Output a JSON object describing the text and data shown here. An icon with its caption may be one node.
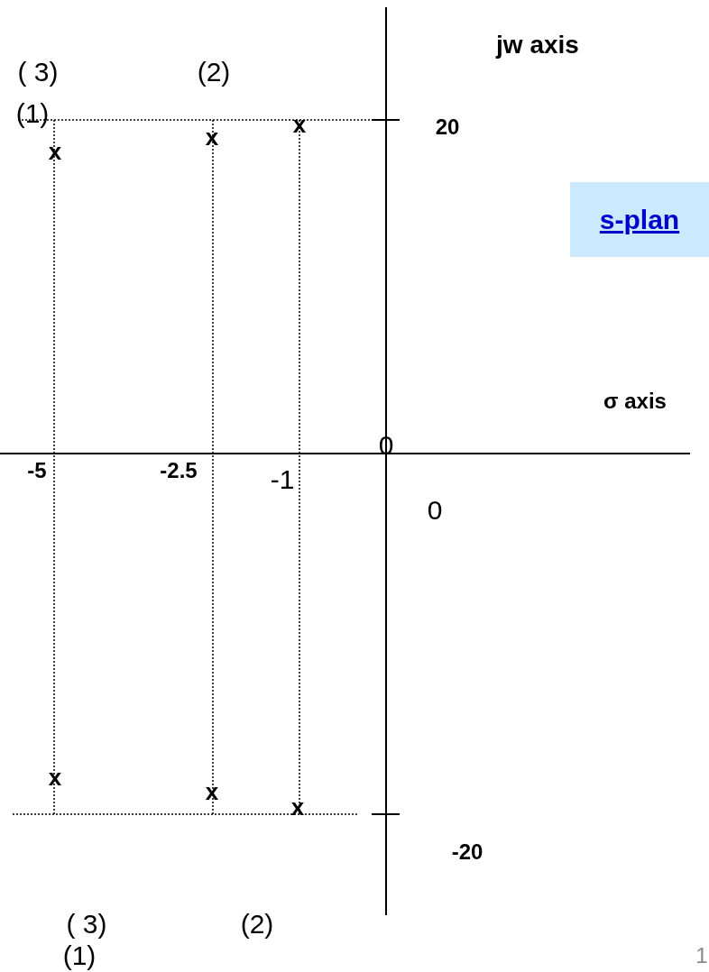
{
  "diagram": {
    "nodes": [
      {
        "text": [
          "s-plan"
        ]
      }
    ],
    "labels": [
      "jw axis",
      "( 3)",
      "(2)",
      "(1)",
      "x",
      "20",
      "x",
      "x",
      "σ axis",
      "0",
      "-5",
      "-2.5",
      "-1",
      "0",
      "x",
      "x",
      "x",
      "-20",
      "( 3)",
      "(2)",
      "(1)",
      "1"
    ]
  }
}
